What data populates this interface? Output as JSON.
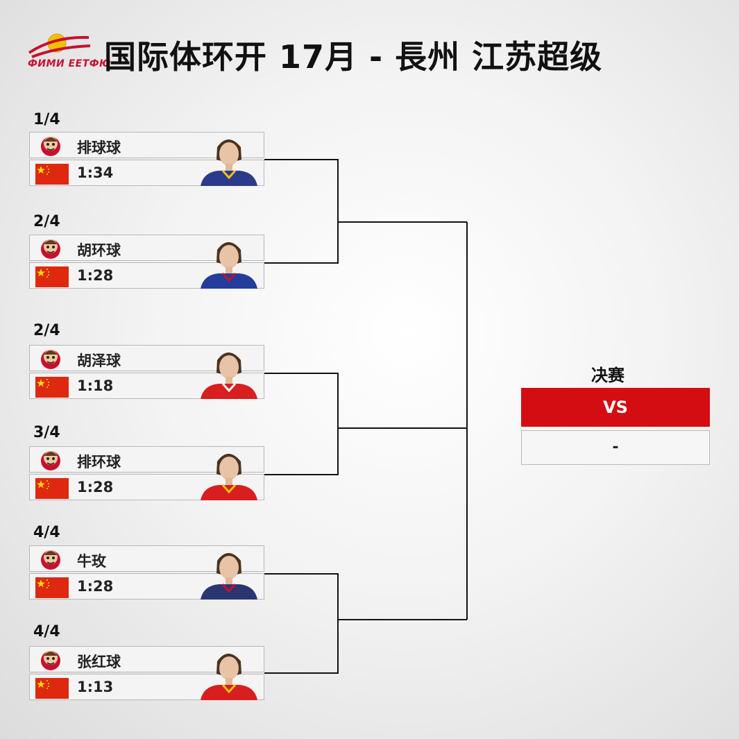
{
  "header": {
    "logo_text": "ФИМИ ЕЕТФЮ",
    "title": "国际体环开  17月 - 長州 江苏超级"
  },
  "matches": [
    {
      "round": "1/4",
      "name": "排球球",
      "time": "1:34",
      "jersey": "#2b3a8a",
      "accent": "#f1c40f"
    },
    {
      "round": "2/4",
      "name": "胡环球",
      "time": "1:28",
      "jersey": "#243c9a",
      "accent": "#c8102e"
    },
    {
      "round": "2/4",
      "name": "胡泽球",
      "time": "1:18",
      "jersey": "#d81e1e",
      "accent": "#ffffff"
    },
    {
      "round": "3/4",
      "name": "排环球",
      "time": "1:28",
      "jersey": "#d81e1e",
      "accent": "#f1c40f"
    },
    {
      "round": "4/4",
      "name": "牛玫",
      "time": "1:28",
      "jersey": "#2b3570",
      "accent": "#c8102e"
    },
    {
      "round": "4/4",
      "name": "张红球",
      "time": "1:13",
      "jersey": "#d81e1e",
      "accent": "#f1c40f"
    }
  ],
  "final": {
    "label": "决赛",
    "vs": "VS",
    "score": "-"
  },
  "colors": {
    "accent_red": "#d40d13",
    "flag_red": "#de2910",
    "flag_star": "#ffde00",
    "line": "#111111"
  }
}
